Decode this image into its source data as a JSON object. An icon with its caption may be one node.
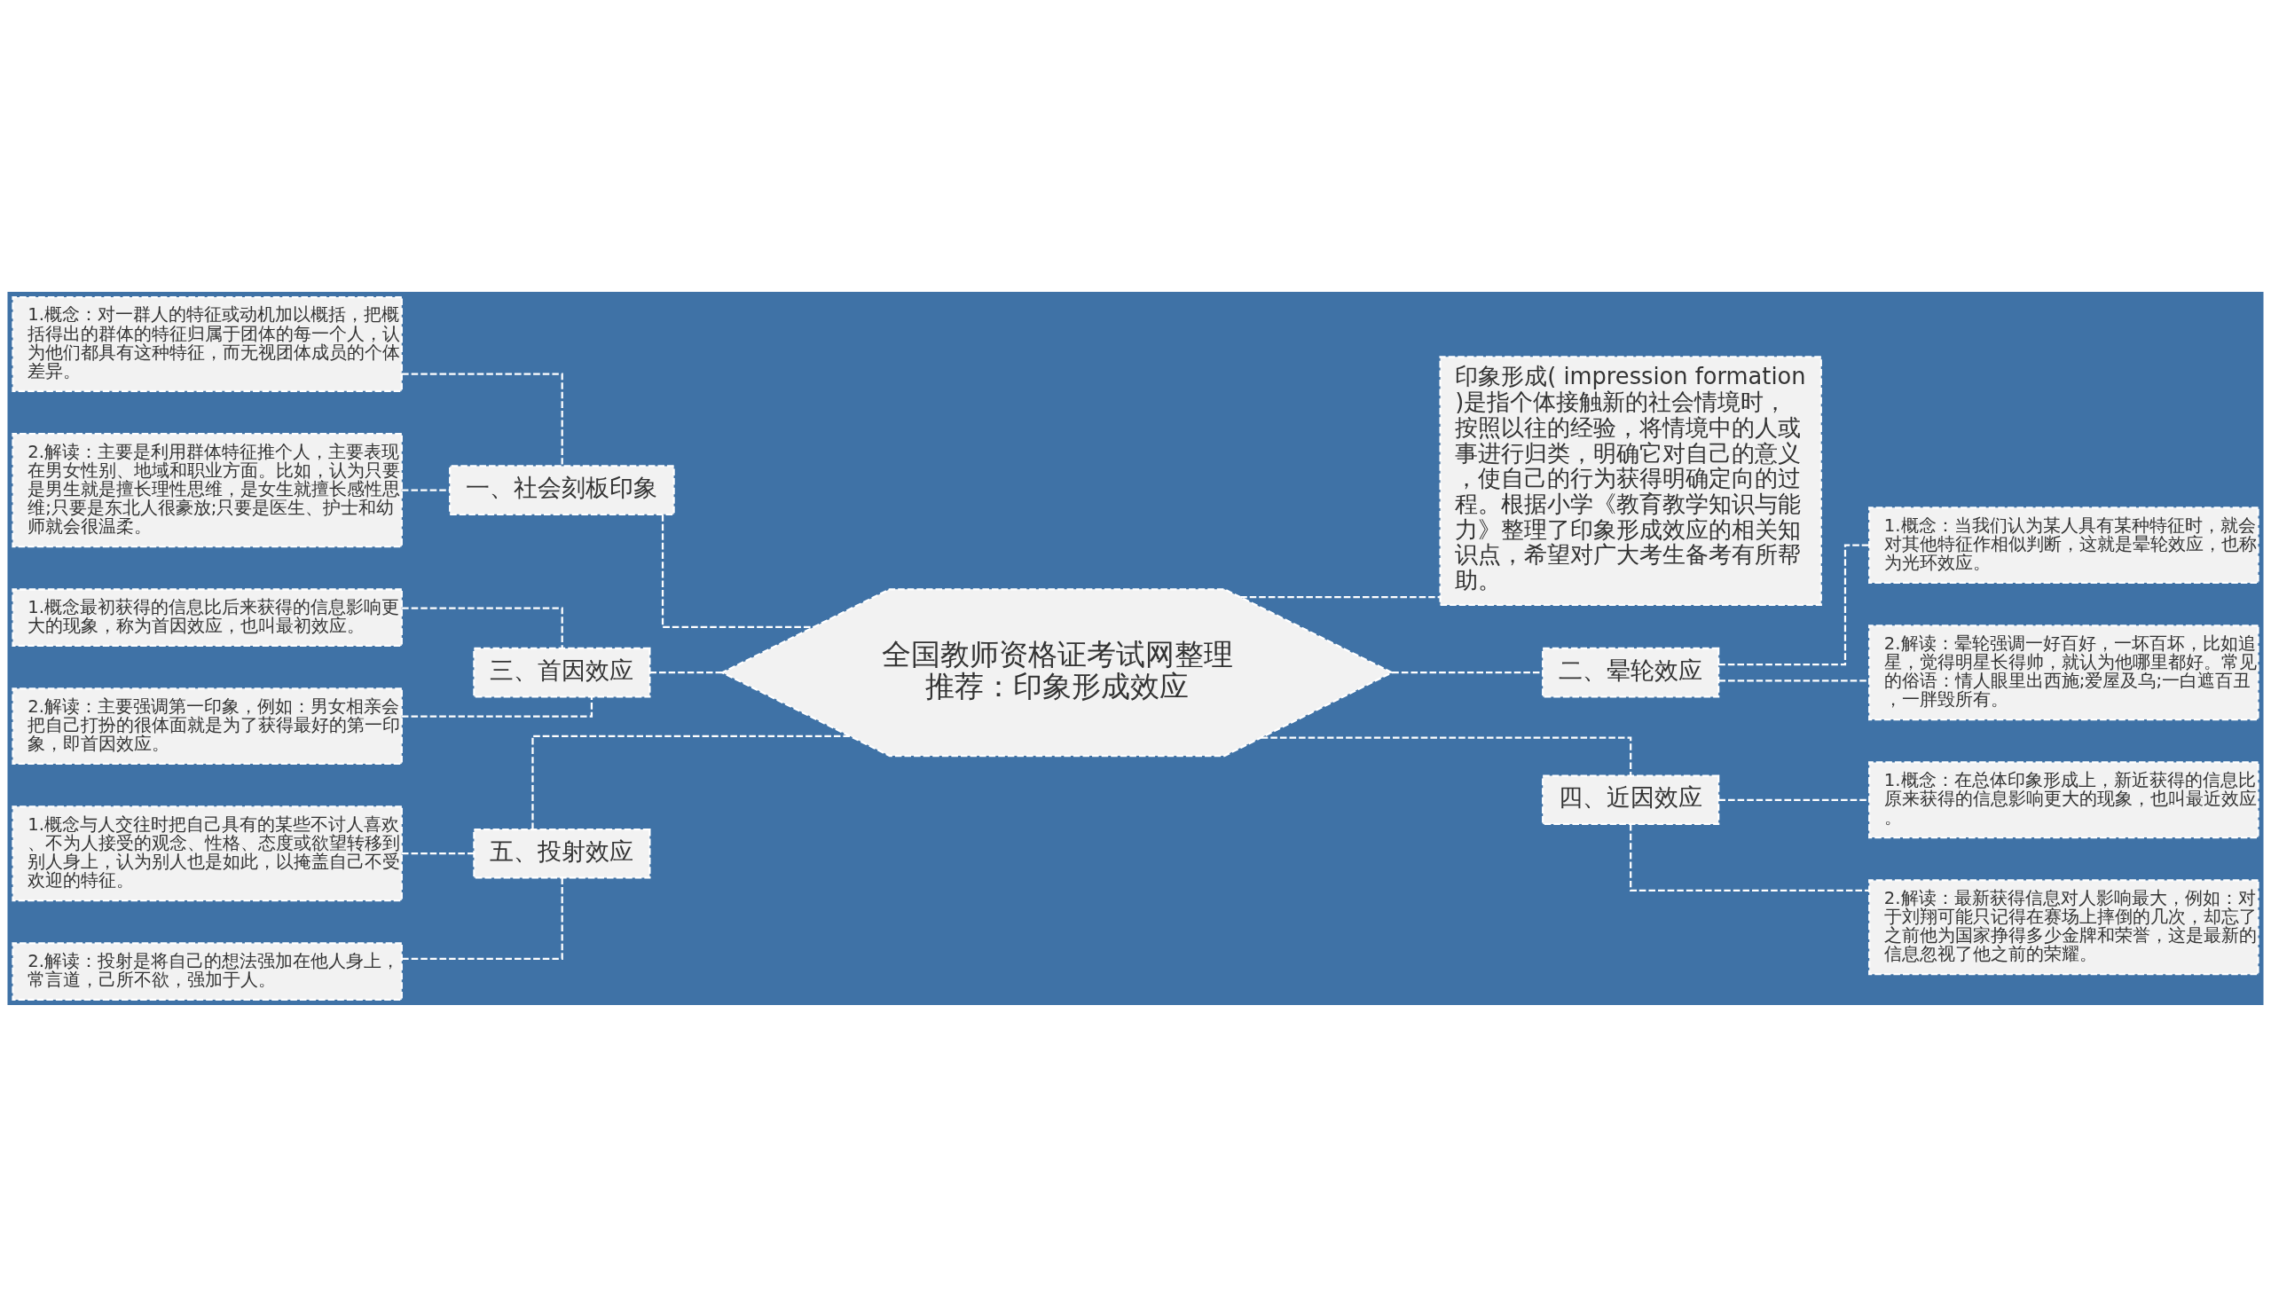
{
  "diagram": {
    "nodes": [
      {
        "text": [
          "全国教师资格证考试网整理推荐：印象形成效应"
        ]
      },
      {
        "text": [
          "一、社会刻板印象"
        ]
      },
      {
        "text": [
          "1.概念：对一群人的特征或动机加以概括，把概括得出的群体的特征归属于团体的每一个人，认为他们都具有这种特征，而无视团体成员的个体差异。"
        ]
      },
      {
        "text": [
          "2.解读：主要是利用群体特征推个人，主要表现在男女性别、地域和职业方面。比如，认为只要是男生就是擅长理性思维，是女生就擅长感性思维;只要是东北人很豪放;只要是医生、护士和幼师就会很温柔。"
        ]
      },
      {
        "text": [
          "三、首因效应"
        ]
      },
      {
        "text": [
          "1.概念最初获得的信息比后来获得的信息影响更大的现象，称为首因效应，也叫最初效应。"
        ]
      },
      {
        "text": [
          "2.解读：主要强调第一印象，例如：男女相亲会把自己打扮的很体面就是为了获得最好的第一印象，即首因效应。"
        ]
      },
      {
        "text": [
          "五、投射效应"
        ]
      },
      {
        "text": [
          "1.概念与人交往时把自己具有的某些不讨人喜欢、不为人接受的观念、性格、态度或欲望转移到别人身上，认为别人也是如此，以掩盖自己不受欢迎的特征。"
        ]
      },
      {
        "text": [
          "2.解读：投射是将自己的想法强加在他人身上，常言道，己所不欲，强加于人。"
        ]
      },
      {
        "text": [
          "印象形成( impression formation)是指个体接触新的社会情境时，按照以往的经验，将情境中的人或事进行归类，明确它对自己的意义，使自己的行为获得明确定向的过程。根据小学《教育教学知识与能力》整理了印象形成效应的相关知识点，希望对广大考生备考有所帮助。"
        ]
      },
      {
        "text": [
          "二、晕轮效应"
        ]
      },
      {
        "text": [
          "1.概念：当我们认为某人具有某种特征时，就会对其他特征作相似判断，这就是晕轮效应，也称为光环效应。"
        ]
      },
      {
        "text": [
          "2.解读：晕轮强调一好百好，一坏百坏，比如追星，觉得明星长得帅，就认为他哪里都好。常见的俗语：情人眼里出西施;爱屋及乌;一白遮百丑，一胖毁所有。"
        ]
      },
      {
        "text": [
          "四、近因效应"
        ]
      },
      {
        "text": [
          "1.概念：在总体印象形成上，新近获得的信息比原来获得的信息影响更大的现象，也叫最近效应。"
        ]
      },
      {
        "text": [
          "2.解读：最新获得信息对人影响最大，例如：对于刘翔可能只记得在赛场上摔倒的几次，却忘了之前他为国家挣得多少金牌和荣誉，这是最新的信息忽视了他之前的荣耀。"
        ]
      }
    ],
    "edges": [
      {
        "from": 0,
        "to": 1,
        "arrow": "none",
        "style": "dashed"
      },
      {
        "from": 1,
        "to": 2,
        "arrow": "none",
        "style": "dashed"
      },
      {
        "from": 1,
        "to": 3,
        "arrow": "none",
        "style": "dashed"
      },
      {
        "from": 0,
        "to": 4,
        "arrow": "none",
        "style": "dashed"
      },
      {
        "from": 4,
        "to": 5,
        "arrow": "none",
        "style": "dashed"
      },
      {
        "from": 4,
        "to": 6,
        "arrow": "none",
        "style": "dashed"
      },
      {
        "from": 0,
        "to": 7,
        "arrow": "none",
        "style": "dashed"
      },
      {
        "from": 7,
        "to": 8,
        "arrow": "none",
        "style": "dashed"
      },
      {
        "from": 7,
        "to": 9,
        "arrow": "none",
        "style": "dashed"
      },
      {
        "from": 0,
        "to": 10,
        "arrow": "none",
        "style": "dashed"
      },
      {
        "from": 0,
        "to": 11,
        "arrow": "none",
        "style": "dashed"
      },
      {
        "from": 11,
        "to": 12,
        "arrow": "none",
        "style": "dashed"
      },
      {
        "from": 11,
        "to": 13,
        "arrow": "none",
        "style": "dashed"
      },
      {
        "from": 0,
        "to": 14,
        "arrow": "none",
        "style": "dashed"
      },
      {
        "from": 14,
        "to": 15,
        "arrow": "none",
        "style": "dashed"
      },
      {
        "from": 14,
        "to": 16,
        "arrow": "none",
        "style": "dashed"
      }
    ]
  }
}
